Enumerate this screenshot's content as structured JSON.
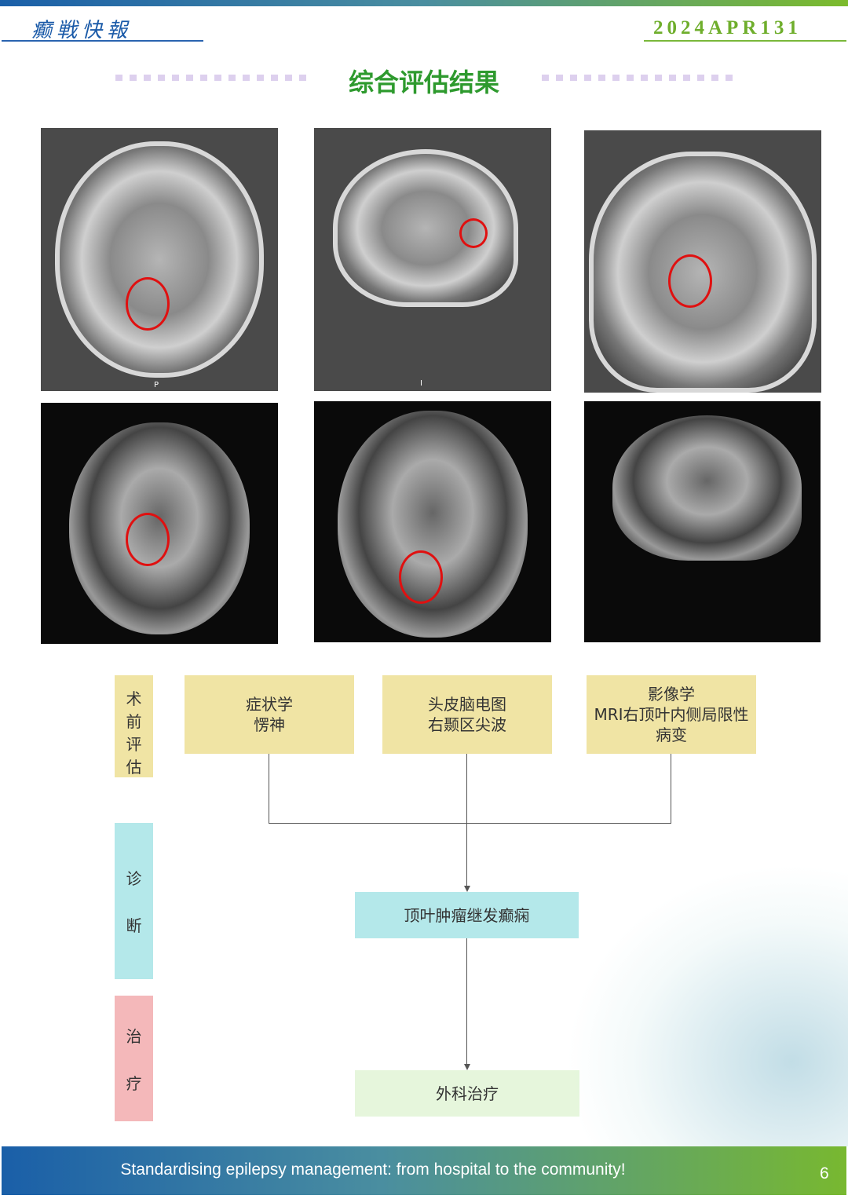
{
  "header": {
    "brand": "癫戦快報",
    "issue": "2024APR131"
  },
  "title": "综合评估结果",
  "images": [
    {
      "name": "mri-axial-t1",
      "ring": true
    },
    {
      "name": "mri-sagittal-t1",
      "ring": true
    },
    {
      "name": "mri-coronal-t1",
      "ring": true
    },
    {
      "name": "mri-coronal-t2",
      "ring": true
    },
    {
      "name": "mri-axial-flair",
      "ring": true
    },
    {
      "name": "mri-sagittal-flair",
      "ring": false
    }
  ],
  "image_labels": {
    "axial": "P",
    "sagittal": "I"
  },
  "flow": {
    "stages": {
      "pre": [
        "术",
        "前",
        "评",
        "估"
      ],
      "diag": [
        "诊",
        "断"
      ],
      "treat": [
        "治",
        "疗"
      ]
    },
    "symptom": {
      "line1": "症状学",
      "line2": "愣神"
    },
    "eeg": {
      "line1": "头皮脑电图",
      "line2": "右颞区尖波"
    },
    "imaging": {
      "line1": "影像学",
      "line2": "MRI右顶叶内侧局限性",
      "line3": "病变"
    },
    "diagnosis": "顶叶肿瘤继发癫痫",
    "treatment": "外科治疗"
  },
  "colors": {
    "pre": "#f0e4a4",
    "diag": "#b4e8ea",
    "treat": "#f4b8ba",
    "treatment_box": "#e6f6dc"
  },
  "footer": {
    "text": "Standardising epilepsy management: from hospital to the community!",
    "page": "6"
  }
}
